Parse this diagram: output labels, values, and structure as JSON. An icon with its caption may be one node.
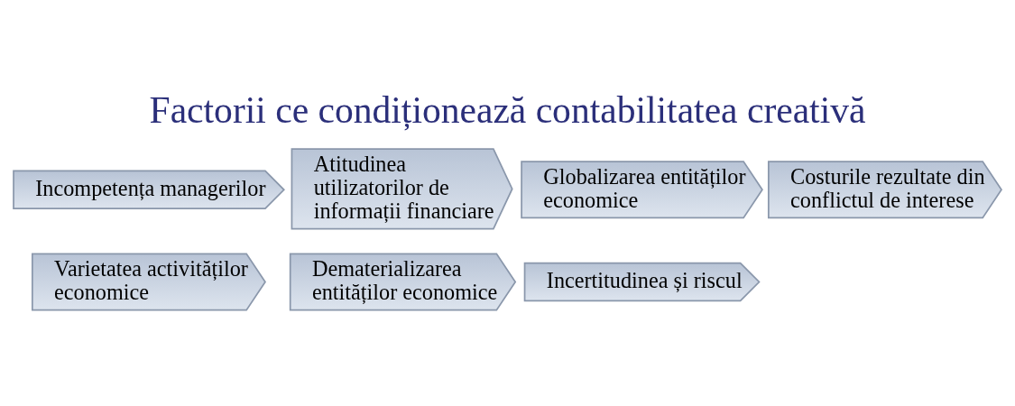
{
  "diagram": {
    "title": "Factorii ce condiționează contabilitatea creativă",
    "nodes": [
      {
        "text": [
          "Incompetența managerilor"
        ]
      },
      {
        "text": [
          "Costurile rezultate din conflictul de interese"
        ]
      },
      {
        "text": [
          "Varietatea activităților economice"
        ]
      },
      {
        "text": [
          "Globalizarea entităților economice"
        ]
      },
      {
        "text": [
          "Atitudinea utilizatorilor de informații financiare"
        ]
      },
      {
        "text": [
          "Dematerializarea entităților economice"
        ]
      },
      {
        "text": [
          "Incertitudinea și riscul"
        ]
      }
    ],
    "edges": []
  }
}
